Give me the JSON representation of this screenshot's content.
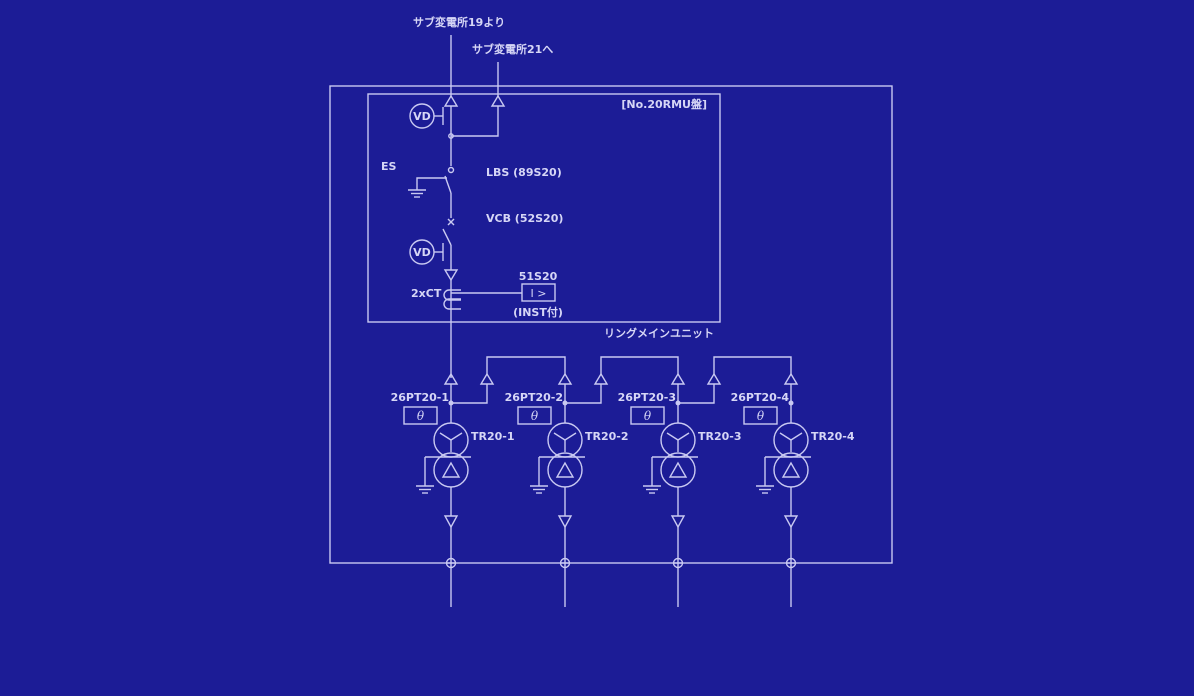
{
  "colors": {
    "background": "#1c1c96",
    "line": "#c9c9f2"
  },
  "incoming": {
    "from_label": "サブ変電所19より",
    "to_label": "サブ変電所21へ"
  },
  "rmu_panel": {
    "title": "[No.20RMU盤]",
    "vd_label": "VD",
    "es_label": "ES",
    "lbs_label": "LBS (89S20)",
    "vcb_label": "VCB (52S20)",
    "ct_label": "2xCT",
    "relay_name": "51S20",
    "relay_symbol": "I >",
    "relay_note": "(INST付)"
  },
  "ring_main_unit_label": "リングメインユニット",
  "feeders": [
    {
      "pt_label": "26PT20-1",
      "theta": "θ",
      "tr_label": "TR20-1"
    },
    {
      "pt_label": "26PT20-2",
      "theta": "θ",
      "tr_label": "TR20-2"
    },
    {
      "pt_label": "26PT20-3",
      "theta": "θ",
      "tr_label": "TR20-3"
    },
    {
      "pt_label": "26PT20-4",
      "theta": "θ",
      "tr_label": "TR20-4"
    }
  ]
}
